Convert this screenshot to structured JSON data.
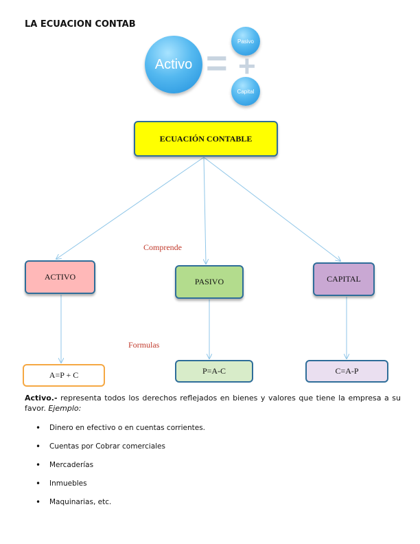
{
  "page": {
    "title": "LA ECUACIÓN CONTAB"
  },
  "equation": {
    "activo": "Activo",
    "pasivo": "Pasivo",
    "capital": "Capital",
    "equals": "=",
    "plus": "+"
  },
  "diagram": {
    "main": "ECUACIÓN CONTABLE",
    "comprende": "Comprende",
    "formulas": "Formulas",
    "activo": "ACTIVO",
    "pasivo": "PASIVO",
    "capital": "CAPITAL",
    "formula_activo": "A=P + C",
    "formula_pasivo": "P=A-C",
    "formula_capital": "C=A-P"
  },
  "paragraph": {
    "term": "Activo.-",
    "text": " representa todos los derechos reflejados en bienes y valores que tiene la empresa a su favor. ",
    "example": "Ejemplo:"
  },
  "list": [
    "Dinero en efectivo o en cuentas corrientes.",
    "Cuentas por Cobrar comerciales",
    "Mercaderías",
    "Inmuebles",
    "Maquinarias, etc."
  ],
  "colors": {
    "main_box": "#ffff00",
    "activo": "#ffb8b8",
    "pasivo": "#b3dc8d",
    "capital": "#c9a8d3",
    "label_red": "#c0392b",
    "arrow": "#8fc6e8"
  }
}
